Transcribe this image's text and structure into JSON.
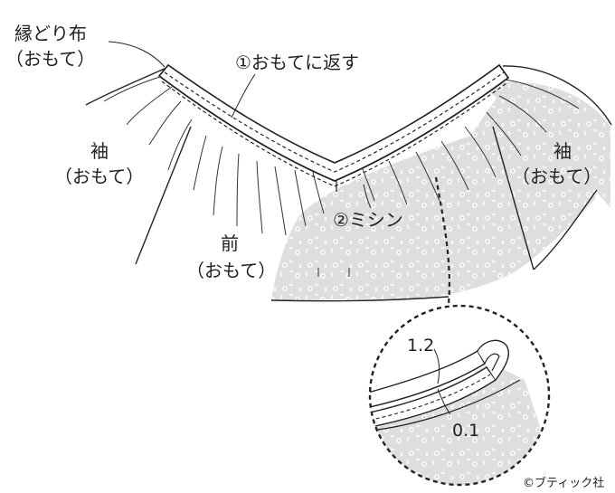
{
  "labels": {
    "binding_line1": "縁どり布",
    "binding_line2": "（おもて）",
    "step1": "①おもてに返す",
    "sleeve_left_line1": "袖",
    "sleeve_left_line2": "（おもて）",
    "sleeve_right_line1": "袖",
    "sleeve_right_line2": "（おもて）",
    "front_line1": "前",
    "front_line2": "（おもて）",
    "step2": "②ミシン",
    "detail_dim_1": "1.2",
    "detail_dim_2": "0.1",
    "copyright": "©ブティック社"
  },
  "colors": {
    "line": "#222222",
    "fabric_pattern": "#d8d8d8",
    "background": "#ffffff"
  }
}
